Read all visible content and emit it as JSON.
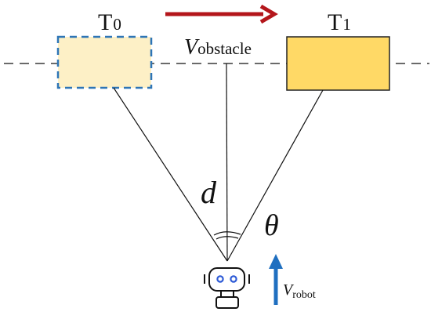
{
  "labels": {
    "t0_main": "T",
    "t0_sub": "0",
    "t1_main": "T",
    "t1_sub": "1",
    "v_obstacle_main": "V",
    "v_obstacle_sub": "obstacle",
    "distance": "d",
    "angle": "θ",
    "v_robot_main": "V",
    "v_robot_sub": "robot"
  },
  "colors": {
    "obstacle_t0_fill": "#fdf0c6",
    "obstacle_t0_border": "#2e75b6",
    "obstacle_t1_fill": "#ffd966",
    "obstacle_t1_border": "#222222",
    "motion_arrow": "#b4161b",
    "robot_velocity_arrow": "#1f6fc0",
    "robot_eyes": "#2e5bd6",
    "line": "#111111"
  },
  "icons": {
    "robot": "robot-icon",
    "motion_arrow": "arrow-right-icon",
    "robot_velocity_arrow": "arrow-up-icon"
  }
}
